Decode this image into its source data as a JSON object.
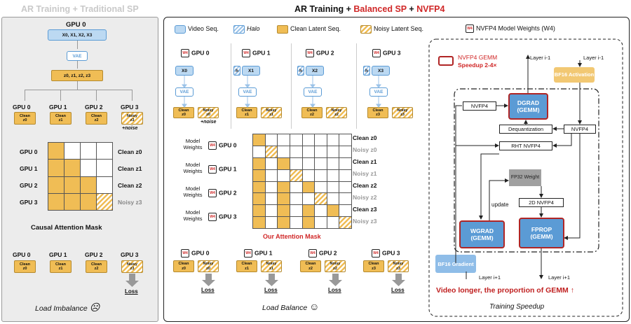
{
  "titles": {
    "left": "AR Training + Traditional SP",
    "right_prefix": "AR Training + ",
    "right_sp": "Balanced SP",
    "right_join": " + ",
    "right_nv": "NVFP4"
  },
  "left": {
    "gpu0": "GPU 0",
    "input": "X0, X1, X2, X3",
    "vae": "VAE",
    "latent": "z0, z1, z2, z3",
    "gpus": [
      "GPU 0",
      "GPU 1",
      "GPU 2",
      "GPU 3"
    ],
    "clean_prefix": "Clean",
    "noisy_prefix": "Noisy",
    "zs": [
      "z0",
      "z1",
      "z2",
      "z3"
    ],
    "plus_noise": "+noise",
    "mask_rows": [
      "GPU 0",
      "GPU 1",
      "GPU 2",
      "GPU 3"
    ],
    "mask_labels": [
      "Clean z0",
      "Clean z1",
      "Clean z2",
      "Noisy z3"
    ],
    "mask_title": "Causal Attention Mask",
    "loss": "Loss",
    "footer": "Load Imbalance",
    "face": "☹"
  },
  "legend": {
    "video": "Video Seq.",
    "halo": "Halo",
    "clean": "Clean Latent Seq.",
    "noisy": "Noisy Latent Seq.",
    "weights": "NVFP4 Model Weights (W4)",
    "chip": "W4"
  },
  "middle": {
    "gpus": [
      "GPU 0",
      "GPU 1",
      "GPU 2",
      "GPU 3"
    ],
    "xs": [
      "X0",
      "X1",
      "X2",
      "X3"
    ],
    "h": "h",
    "vae": "VAE",
    "plus_noise": "+noise",
    "model_weights": "Model Weights",
    "row_labels": [
      "Clean z0",
      "Noisy z0",
      "Clean z1",
      "Noisy z1",
      "Clean z2",
      "Noisy z2",
      "Clean z3",
      "Noisy z3"
    ],
    "mask_title": "Our Attention Mask",
    "loss": "Loss",
    "footer": "Load Balance",
    "face": "☺"
  },
  "speedup": {
    "legend_line1": "NVFP4 GEMM",
    "legend_line2": "Speedup 2-4×",
    "layer_i_minus_1_a": "Layer i-1",
    "layer_i_minus_1_b": "Layer i-1",
    "bf16_activation": "BF16 Activation",
    "dgrad": "DGRAD (GEMM)",
    "nvfp4_a": "NVFP4",
    "nvfp4_b": "NVFP4",
    "dequant": "Dequantization",
    "rht": "RHT NVFP4",
    "fp32": "FP32 Weight",
    "update": "update",
    "nvfp4_2d": "2D NVFP4",
    "wgrad": "WGRAD (GEMM)",
    "fprop": "FPROP (GEMM)",
    "bf16_gradient": "BF16 Gradient",
    "layer_i_plus_1_a": "Layer i+1",
    "layer_i_plus_1_b": "Layer i+1",
    "note": "Video longer, the proportion of GEMM ↑",
    "footer": "Training Speedup"
  }
}
